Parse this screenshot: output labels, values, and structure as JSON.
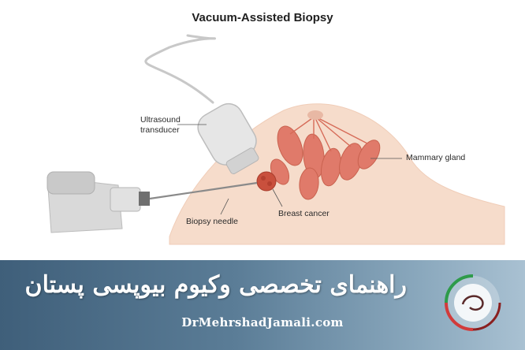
{
  "diagram": {
    "title": "Vacuum-Assisted Biopsy",
    "labels": {
      "ultrasound_transducer_line1": "Ultrasound",
      "ultrasound_transducer_line2": "transducer",
      "mammary_gland": "Mammary gland",
      "biopsy_needle": "Biopsy needle",
      "breast_cancer": "Breast cancer"
    }
  },
  "banner": {
    "title": "راهنمای تخصصی وکیوم بیوپسی پستان",
    "url": "DrMehrshadJamali.com",
    "colors": {
      "left": "#3f5f7a",
      "right": "#a9c1d2",
      "text": "#ffffff"
    }
  },
  "colors": {
    "skin": "#f6dccb",
    "gland": "#e07a6a",
    "tumor": "#c9503d",
    "device": "#d8d8d8"
  }
}
